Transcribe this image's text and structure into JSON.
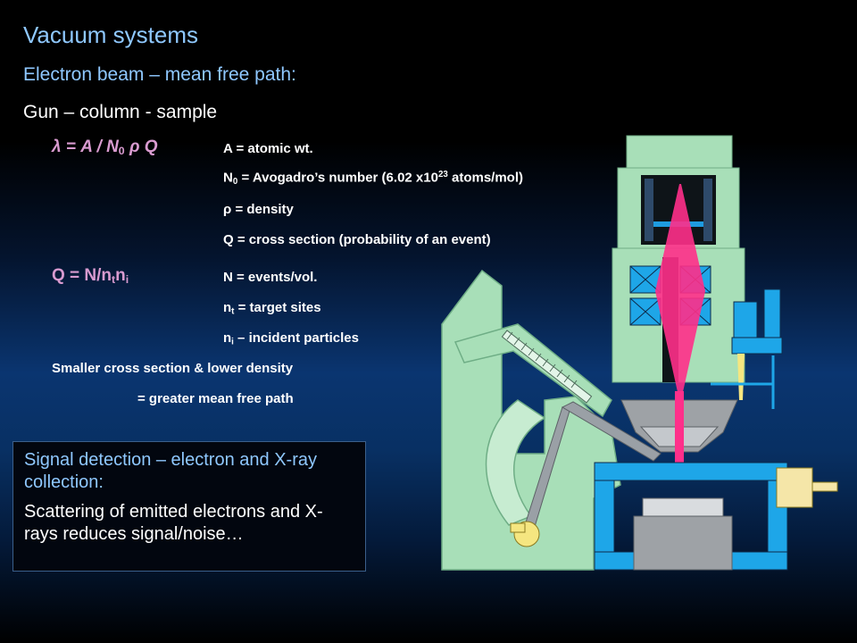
{
  "slide": {
    "title": "Vacuum systems",
    "subtitle": "Electron beam – mean free path:",
    "section": "Gun – column - sample",
    "eq1": {
      "lhs": "λ = A / N",
      "sub": "0",
      "rhs": " ρ Q"
    },
    "defs1": [
      {
        "text": "A = atomic wt."
      },
      {
        "pre": "N",
        "sub": "0",
        "post": " = Avogadro’s number (6.02 x10",
        "sup": "23",
        "post2": " atoms/mol)"
      },
      {
        "text": "ρ =  density"
      },
      {
        "text": "Q = cross section (probability of an event)"
      }
    ],
    "eq2": {
      "pre": "Q = N/n",
      "sub1": "t",
      "mid": "n",
      "sub2": "i"
    },
    "defs2": [
      {
        "text": "N = events/vol."
      },
      {
        "pre": "n",
        "sub": "t",
        "post": " = target sites"
      },
      {
        "pre": "n",
        "sub": "i",
        "post": " – incident particles"
      }
    ],
    "summary": {
      "line1": "Smaller cross section & lower density",
      "line2": "= greater mean free path"
    },
    "box": {
      "heading": "Signal detection – electron and X-ray collection:",
      "body": "Scattering of emitted electrons and X-rays reduces signal/noise…"
    }
  },
  "colors": {
    "title_blue": "#8fc8ff",
    "equation_pink": "#d99bd0",
    "column_green": "#a8dfb8",
    "chamber_blue": "#1ea6e8",
    "beam_magenta": "#ff2f8a"
  }
}
